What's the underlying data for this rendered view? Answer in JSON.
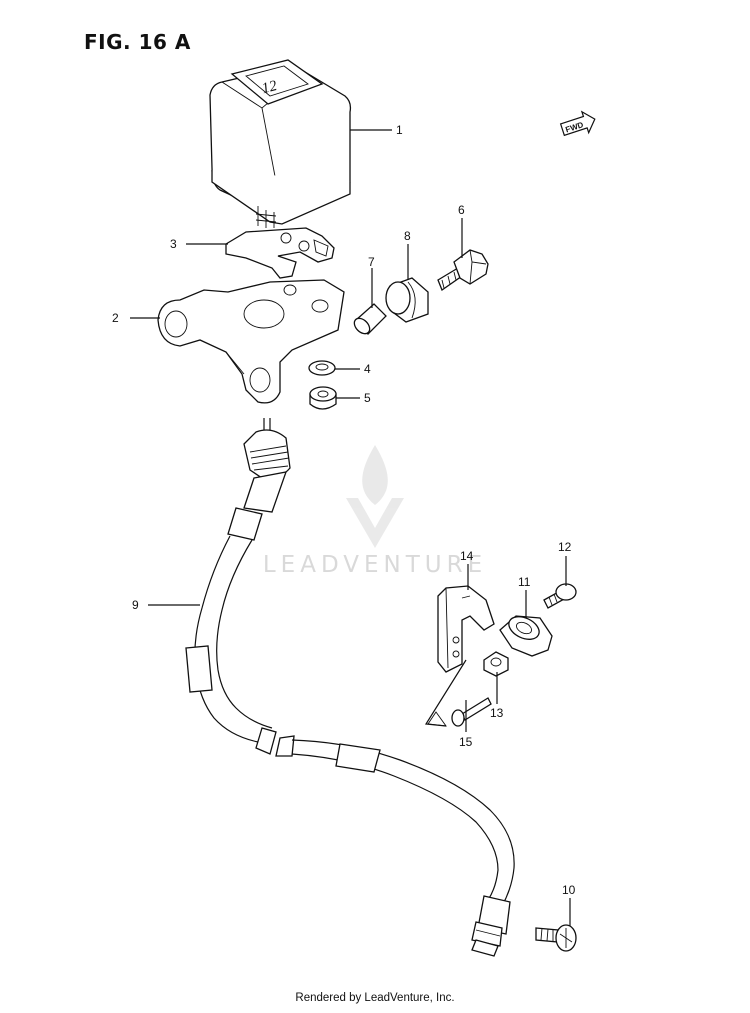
{
  "figure": {
    "title": "FIG. 16 A"
  },
  "watermark": {
    "text": "LEADVENTURE",
    "icon": "leadventure-logo"
  },
  "direction_marker": {
    "label": "FWD"
  },
  "relay_marking": "12",
  "parts": [
    {
      "number": "1"
    },
    {
      "number": "2"
    },
    {
      "number": "3"
    },
    {
      "number": "4"
    },
    {
      "number": "5"
    },
    {
      "number": "6"
    },
    {
      "number": "7"
    },
    {
      "number": "8"
    },
    {
      "number": "9"
    },
    {
      "number": "10"
    },
    {
      "number": "11"
    },
    {
      "number": "12"
    },
    {
      "number": "13"
    },
    {
      "number": "14"
    },
    {
      "number": "15"
    }
  ],
  "footer": {
    "text": "Rendered by LeadVenture, Inc."
  }
}
